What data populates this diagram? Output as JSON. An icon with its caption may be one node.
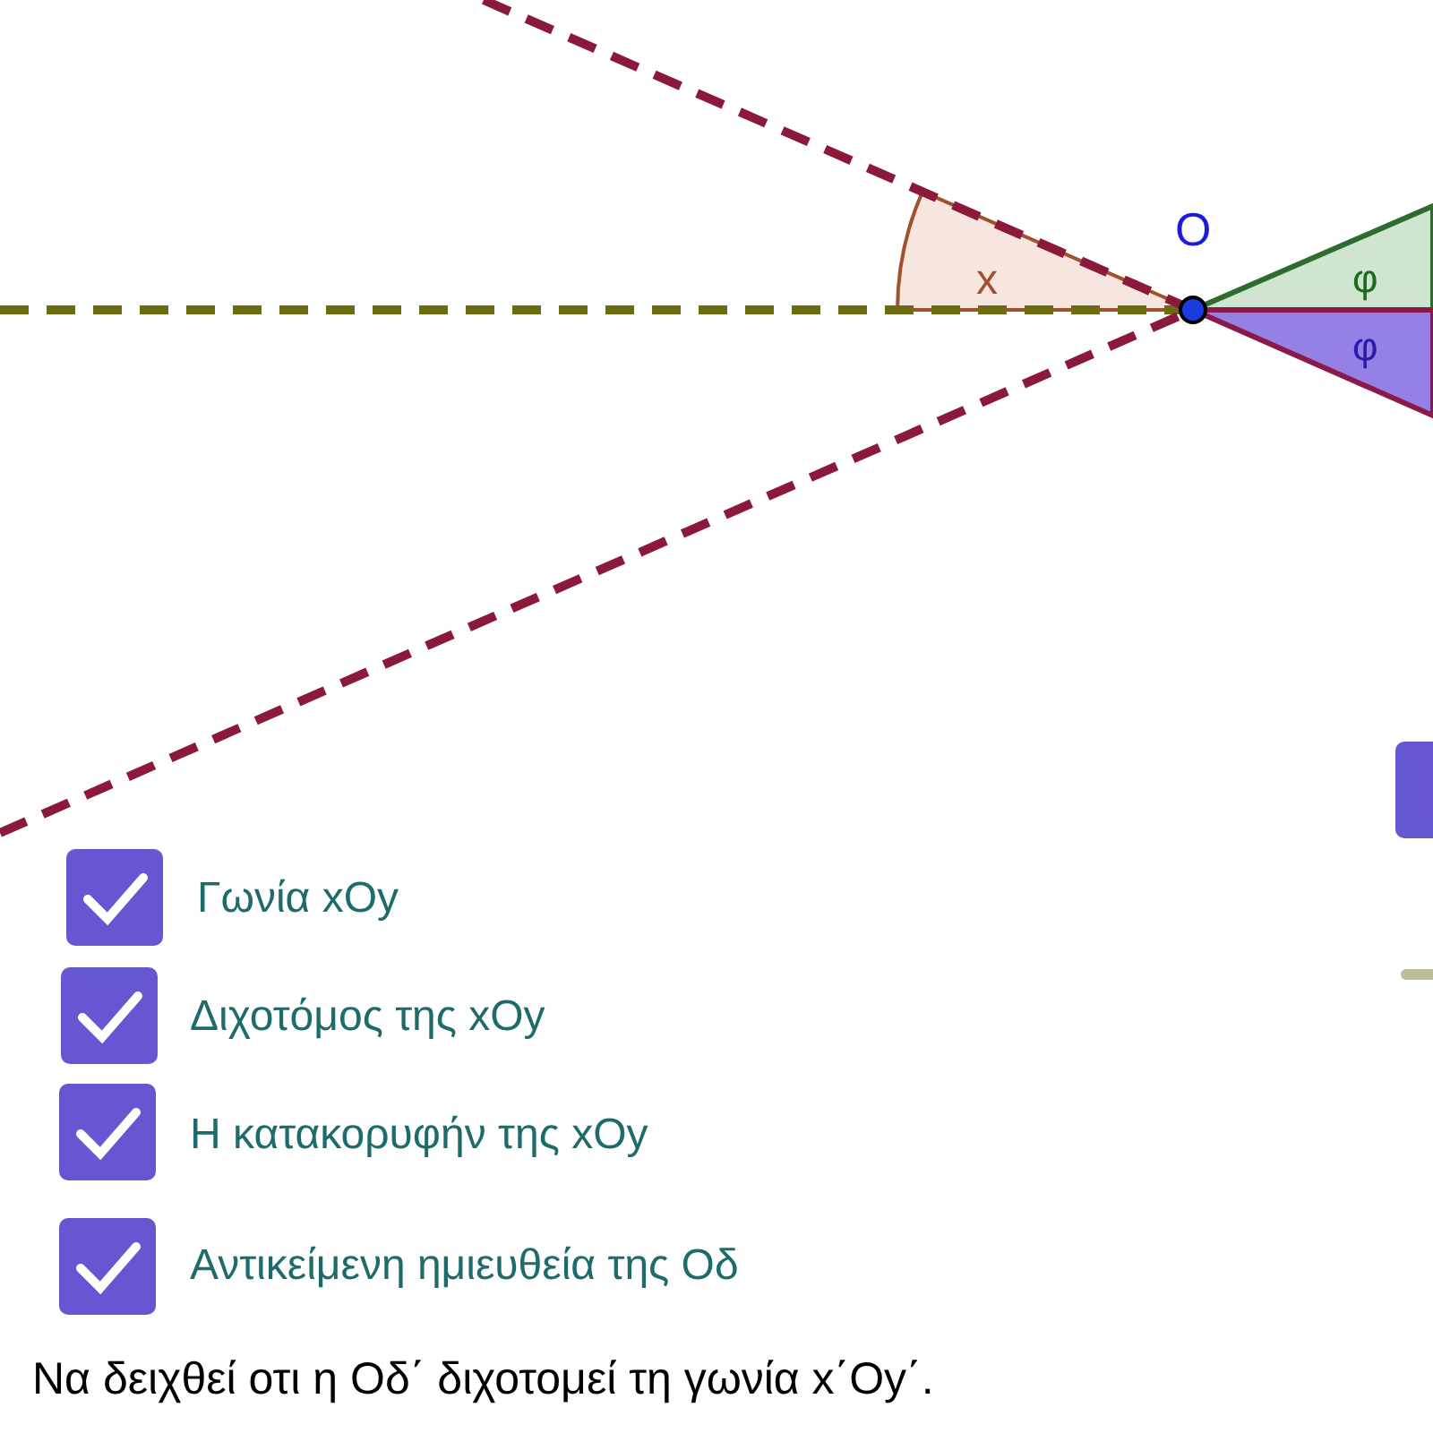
{
  "diagram": {
    "caption": "Να δειχθεί οτι η Οδ΄ διχοτομεί τη γωνία x΄Oy΄.",
    "labels": [
      "O",
      "x",
      "φ",
      "φ",
      "Γωνία xOy",
      "Διχοτόμος της xOy",
      "Η κατακορυφήν της xOy",
      "Αντικείμενη ημιευθεία της Οδ"
    ]
  }
}
